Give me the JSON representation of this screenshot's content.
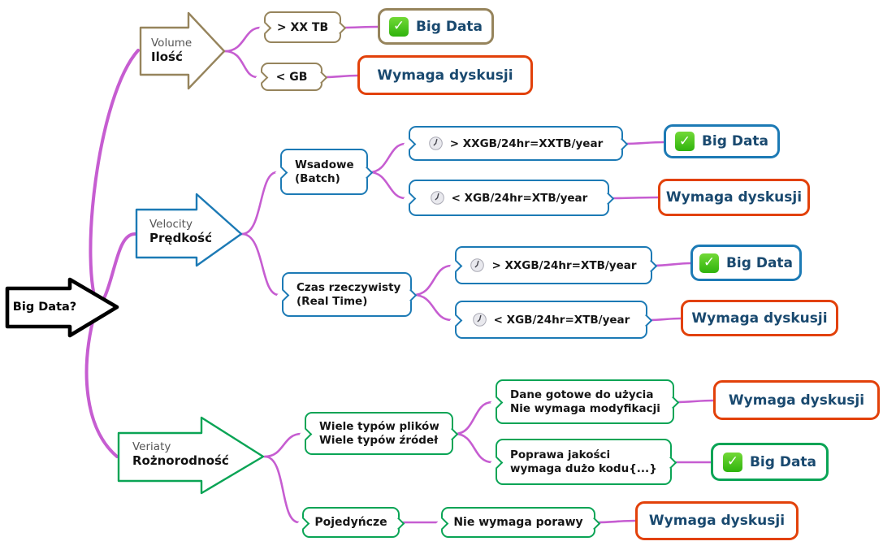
{
  "root": {
    "label": "Big Data?"
  },
  "icons": {
    "check": "✓",
    "clock": "analog-clock"
  },
  "colors": {
    "volume_branch": "#96845c",
    "velocity_branch": "#1c7ab5",
    "variety_branch": "#0aa455",
    "warning": "#e2410a",
    "connector": "#c65dd1",
    "result_text": "#19496f",
    "check_green": "#3fbf1f"
  },
  "volume": {
    "label_en": "Volume",
    "label_pl": "Ilość",
    "gt": {
      "label": "> XX TB",
      "result": {
        "label": "Big Data"
      }
    },
    "lt": {
      "label": "< GB",
      "result": {
        "label": "Wymaga dyskusji"
      }
    }
  },
  "velocity": {
    "label_en": "Velocity",
    "label_pl": "Prędkość",
    "batch": {
      "line1": "Wsadowe",
      "line2": "(Batch)",
      "gt": {
        "label": "> XXGB/24hr=XXTB/year",
        "result": {
          "label": "Big Data"
        }
      },
      "lt": {
        "label": "< XGB/24hr=XTB/year",
        "result": {
          "label": "Wymaga dyskusji"
        }
      }
    },
    "realtime": {
      "line1": "Czas rzeczywisty",
      "line2": "(Real Time)",
      "gt": {
        "label": "> XXGB/24hr=XTB/year",
        "result": {
          "label": "Big Data"
        }
      },
      "lt": {
        "label": "< XGB/24hr=XTB/year",
        "result": {
          "label": "Wymaga dyskusji"
        }
      }
    }
  },
  "variety": {
    "label_en": "Veriaty",
    "label_pl": "Rożnorodność",
    "multi": {
      "line1": "Wiele typów plików",
      "line2": "Wiele typów źródeł",
      "ready": {
        "line1": "Dane gotowe do użycia",
        "line2": "Nie wymaga modyfikacji",
        "result": {
          "label": "Wymaga dyskusji"
        }
      },
      "quality": {
        "line1": "Poprawa jakości",
        "line2": "wymaga dużo kodu{...}",
        "result": {
          "label": "Big Data"
        }
      }
    },
    "single": {
      "label": "Pojedyńcze",
      "next": {
        "label": "Nie wymaga porawy"
      },
      "result": {
        "label": "Wymaga dyskusji"
      }
    }
  }
}
